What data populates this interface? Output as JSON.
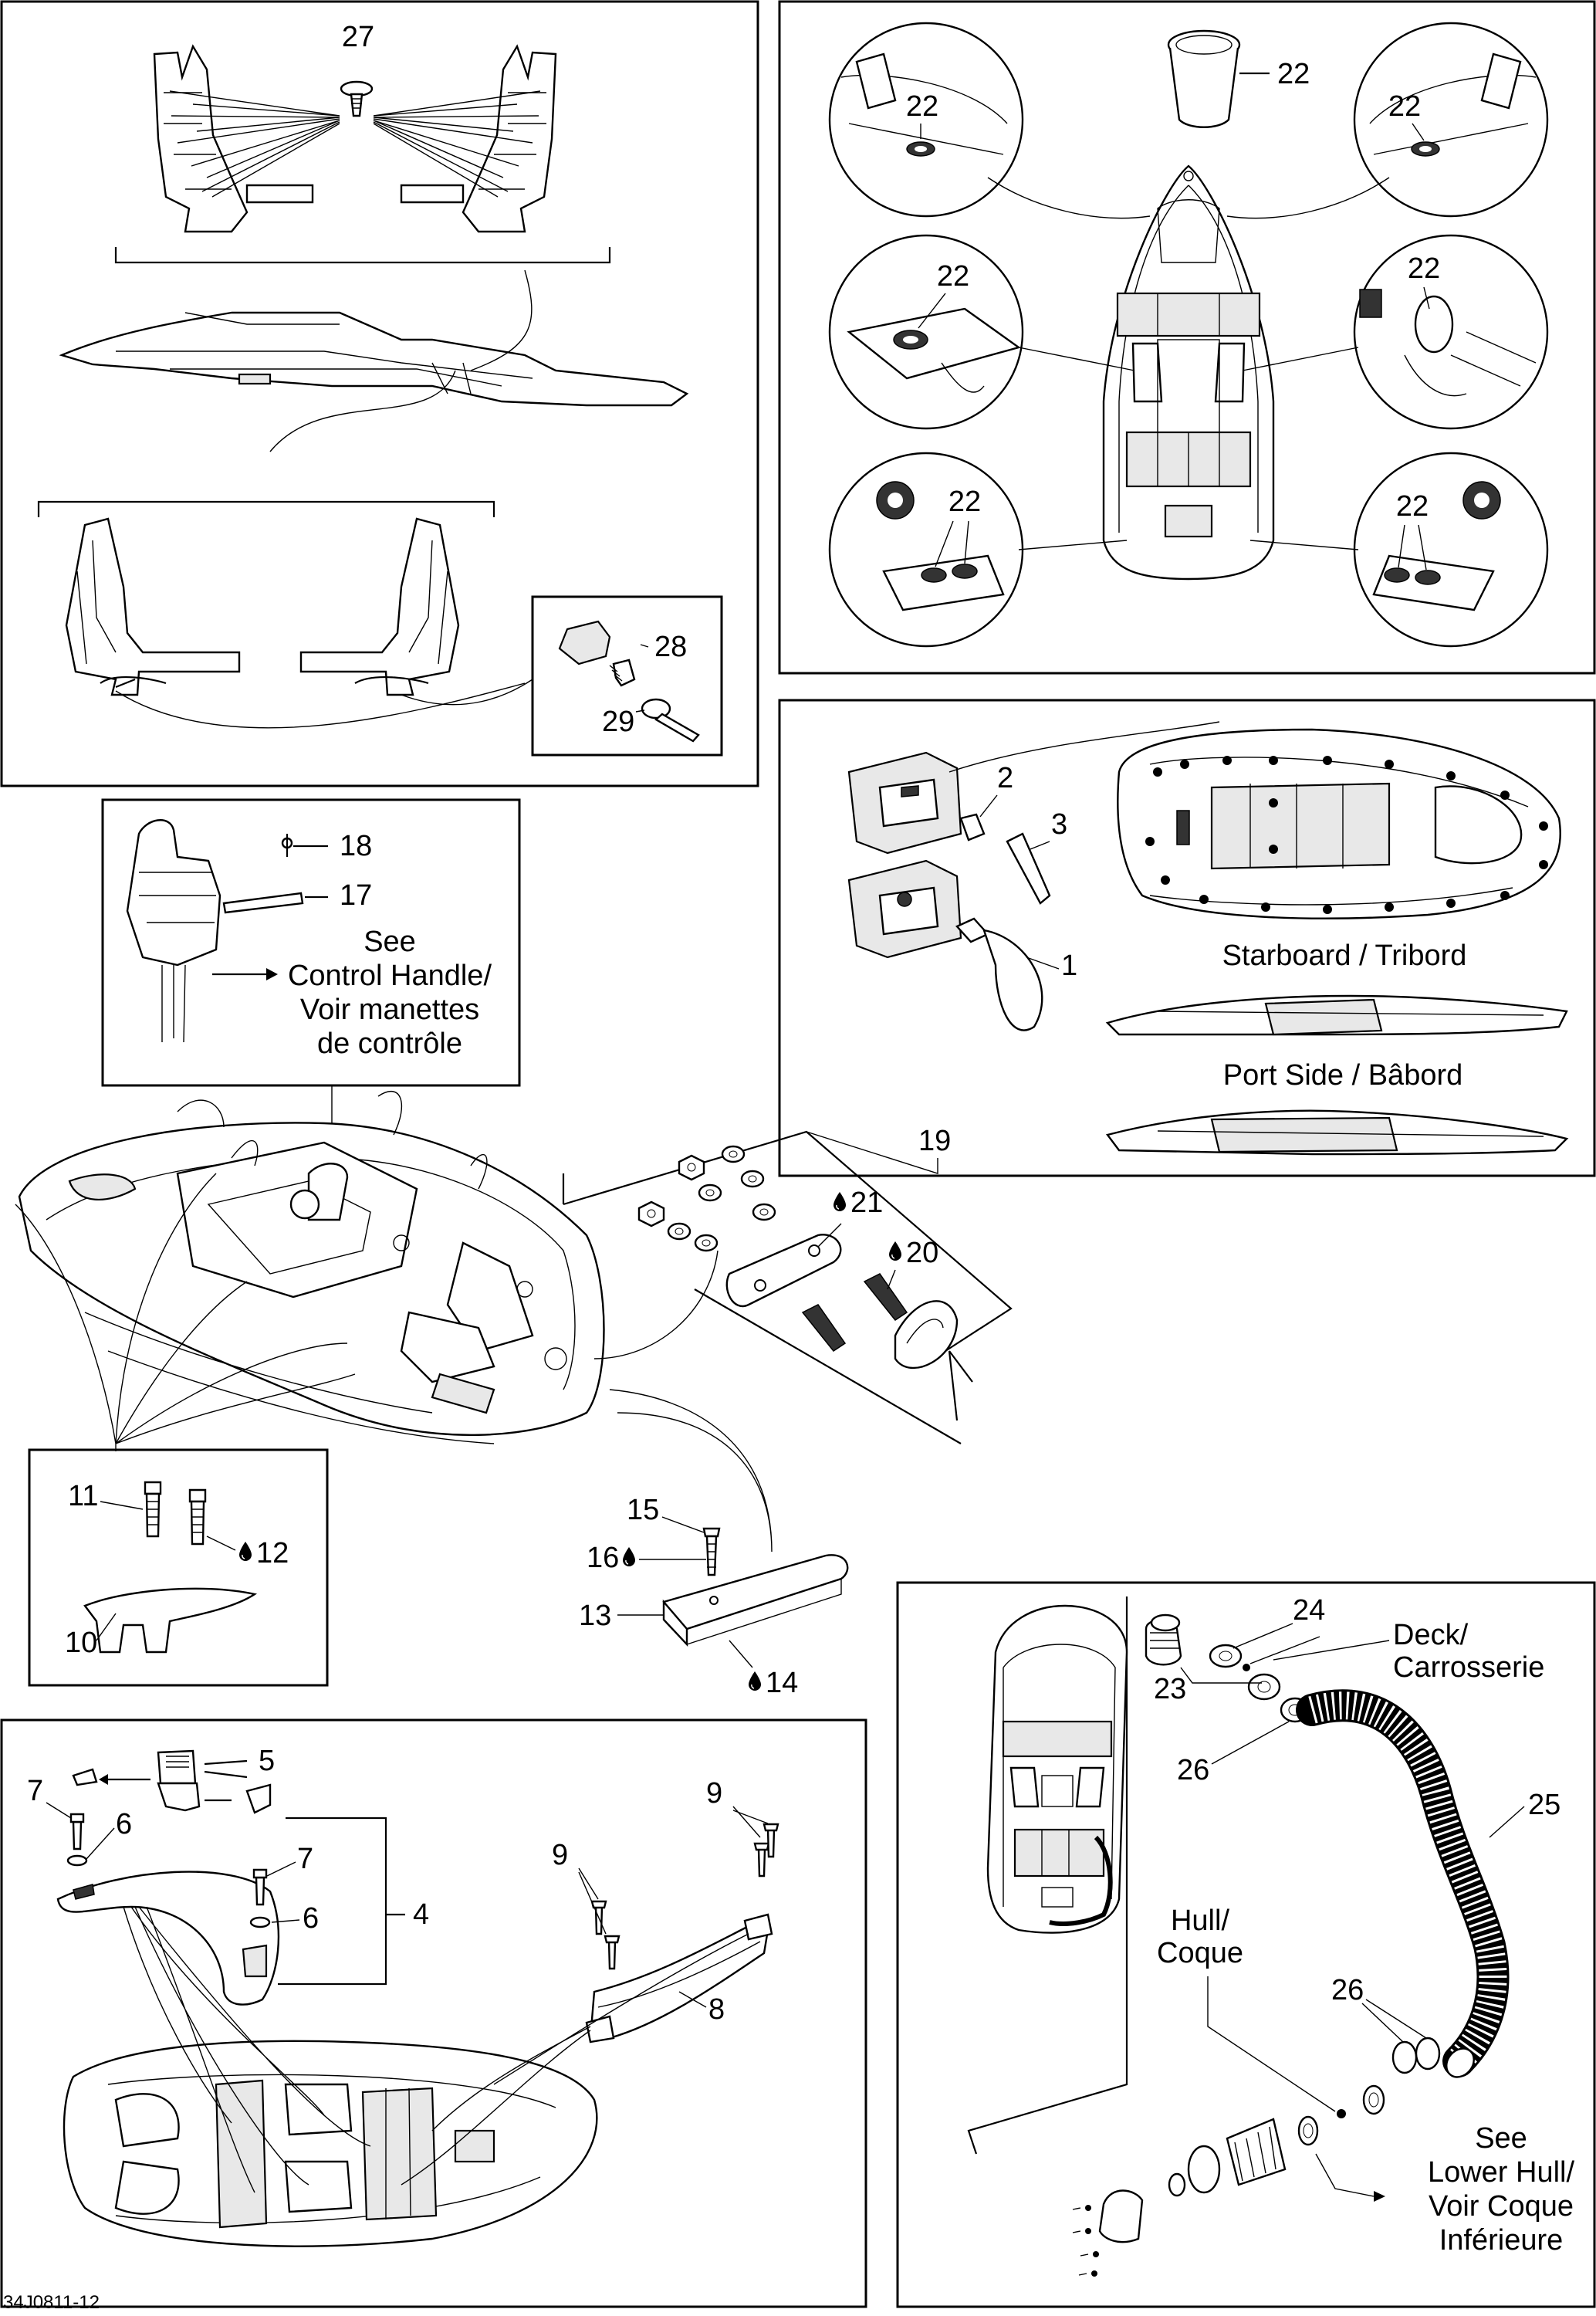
{
  "diagram_code": "34J0811-12",
  "callouts": {
    "n1": "1",
    "n2": "2",
    "n3": "3",
    "n4": "4",
    "n5": "5",
    "n6a": "6",
    "n6b": "6",
    "n7a": "7",
    "n7b": "7",
    "n8": "8",
    "n9a": "9",
    "n9b": "9",
    "n10": "10",
    "n11": "11",
    "n12": "12",
    "n13": "13",
    "n14": "14",
    "n15": "15",
    "n16": "16",
    "n17": "17",
    "n18": "18",
    "n19": "19",
    "n20": "20",
    "n21": "21",
    "n22a": "22",
    "n22b": "22",
    "n22c": "22",
    "n22d": "22",
    "n22e": "22",
    "n22f": "22",
    "n22g": "22",
    "n23": "23",
    "n24": "24",
    "n25": "25",
    "n26a": "26",
    "n26b": "26",
    "n27": "27",
    "n28": "28",
    "n29": "29"
  },
  "notes": {
    "control_handle": [
      "See",
      "Control Handle/",
      "Voir manettes",
      "de contrôle"
    ],
    "starboard": "Starboard / Tribord",
    "port_side": "Port Side / Bâbord",
    "deck": [
      "Deck/",
      "Carrosserie"
    ],
    "hull": [
      "Hull/",
      "Coque"
    ],
    "lower_hull": [
      "See",
      "Lower Hull/",
      "Voir Coque",
      "Inférieure"
    ]
  },
  "icons": [
    "glue-drop-icon"
  ]
}
